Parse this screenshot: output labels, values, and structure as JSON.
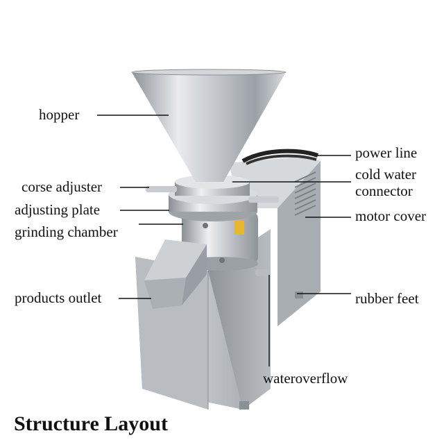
{
  "title": "Structure Layout",
  "labels": {
    "hopper": "hopper",
    "power_line": "power line",
    "cold_water_1": "cold water",
    "cold_water_2": "connector",
    "corse_adjuster": "corse adjuster",
    "adjusting_plate": "adjusting plate",
    "motor_cover": "motor cover",
    "grinding_chamber": "grinding chamber",
    "products_outlet": "products outlet",
    "rubber_feet": "rubber feet",
    "wateroverflow": "wateroverflow"
  },
  "colors": {
    "steel_light": "#e6e8ea",
    "steel_mid": "#b4b8bc",
    "steel_dark": "#7c8186",
    "leader_line": "#111111"
  }
}
